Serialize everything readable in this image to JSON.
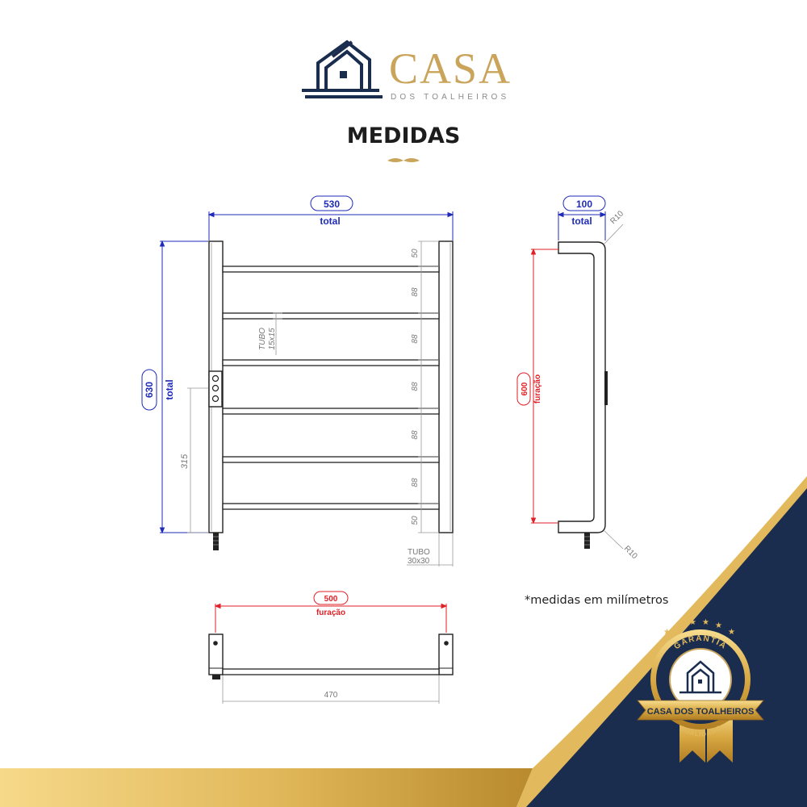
{
  "brand": {
    "name": "CASA",
    "subtitle": "DOS TOALHEIROS",
    "colors": {
      "gold": "#c9a45a",
      "navy": "#1b2d4f"
    }
  },
  "title": "MEDIDAS",
  "front_view": {
    "total_width_value": "530",
    "total_width_label": "total",
    "total_height_value": "630",
    "total_height_label": "total",
    "bar_spacing_labels": [
      "50",
      "88",
      "88",
      "88",
      "88",
      "88",
      "50"
    ],
    "control_height": "315",
    "inner_tube_line1": "TUBO",
    "inner_tube_line2": "15x15",
    "outer_tube_line1": "TUBO",
    "outer_tube_line2": "30x30"
  },
  "side_view": {
    "depth_value": "100",
    "depth_label": "total",
    "hole_spacing_value": "600",
    "hole_spacing_label": "furação",
    "radius_top": "R10",
    "radius_bottom": "R10"
  },
  "top_view": {
    "hole_spacing_value": "500",
    "hole_spacing_label": "furação",
    "inner_width": "470"
  },
  "note": "*medidas em milímetros",
  "badge": {
    "top_text": "GARANTIA",
    "ribbon_text": "CASA DOS TOALHEIROS",
    "bottom_text": "QUALIDADE"
  }
}
